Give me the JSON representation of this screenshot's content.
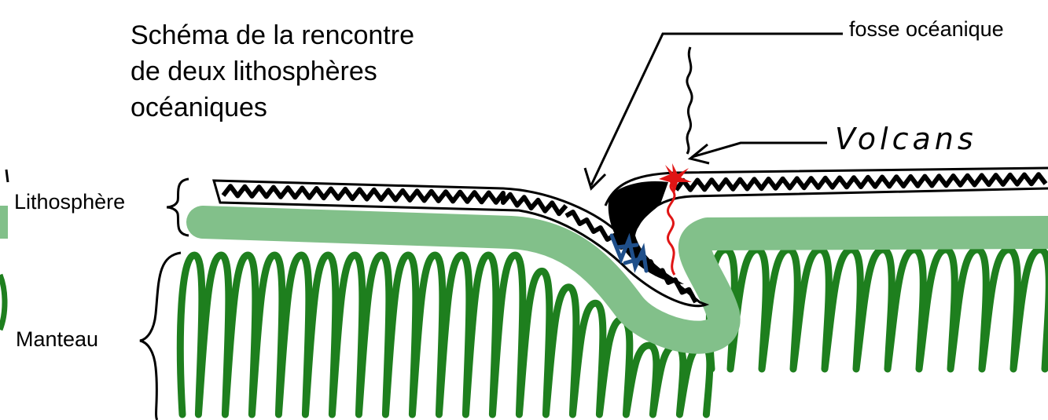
{
  "title": {
    "line1": "Schéma de la rencontre",
    "line2": "de deux lithosphères",
    "line3": "océaniques"
  },
  "labels": {
    "lithosphere": "Lithosphère",
    "manteau": "Manteau",
    "fosse": "fosse océanique",
    "volcans": "Volcans"
  },
  "colors": {
    "mantle": "#1e7f1e",
    "lithosphere_band": "#82c08a",
    "crust": "#000000",
    "magma": "#e01515",
    "hydrated_zone": "#1f4f8a"
  }
}
